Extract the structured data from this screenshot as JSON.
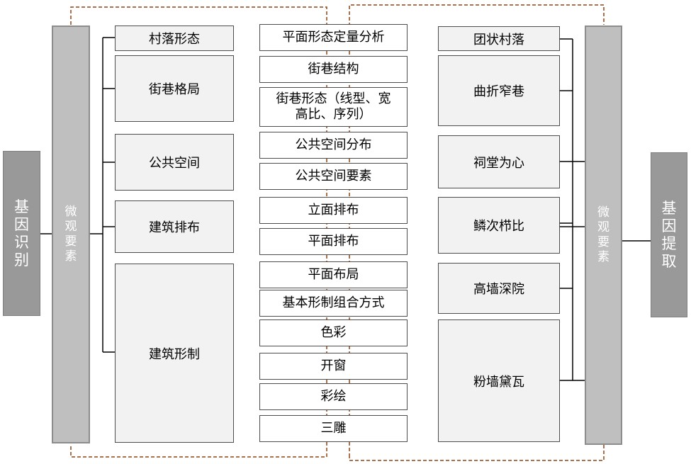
{
  "left_outer": "基因识别",
  "left_micro": "微观要素",
  "right_micro": "微观要素",
  "right_outer": "基因提取",
  "categories": [
    "村落形态",
    "街巷格局",
    "公共空间",
    "建筑排布",
    "建筑形制"
  ],
  "middle_items": [
    "平面形态定量分析",
    "街巷结构",
    "街巷形态（线型、宽高比、序列）",
    "公共空间分布",
    "公共空间要素",
    "立面排布",
    "平面排布",
    "平面布局",
    "基本形制组合方式",
    "色彩",
    "开窗",
    "彩绘",
    "三雕"
  ],
  "results": [
    "团状村落",
    "曲折窄巷",
    "祠堂为心",
    "鳞次栉比",
    "高墙深院",
    "粉墙黛瓦"
  ],
  "colors": {
    "dashed_frame": "#8b4513",
    "outer_box": "#999999",
    "micro_box": "#bfbfbf",
    "category_fill": "#f2f2f2"
  }
}
